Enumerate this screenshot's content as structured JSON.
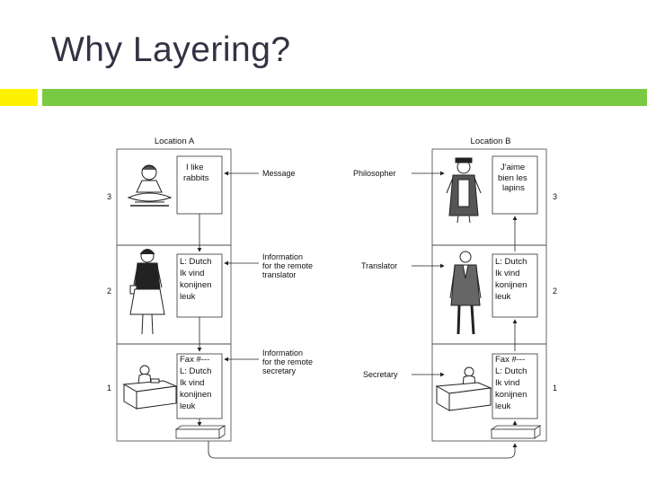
{
  "slide": {
    "title": "Why Layering?"
  },
  "diagram": {
    "location_a": "Location A",
    "location_b": "Location B",
    "layers": [
      {
        "number_left": "3",
        "number_right": "3",
        "note_a": [
          "I like",
          "rabbits"
        ],
        "note_b": [
          "J'aime",
          "bien les",
          "lapins"
        ],
        "center_label": [
          "Message"
        ],
        "role": "Philosopher"
      },
      {
        "number_left": "2",
        "number_right": "2",
        "note_a": [
          "L: Dutch",
          "Ik vind",
          "konijnen",
          "leuk"
        ],
        "note_b": [
          "L: Dutch",
          "Ik vind",
          "konijnen",
          "leuk"
        ],
        "center_label": [
          "Information",
          "for the remote",
          "translator"
        ],
        "role": "Translator"
      },
      {
        "number_left": "1",
        "number_right": "1",
        "note_a": [
          "Fax #---",
          "L: Dutch",
          "Ik vind",
          "konijnen",
          "leuk"
        ],
        "note_b": [
          "Fax #---",
          "L: Dutch",
          "Ik vind",
          "konijnen",
          "leuk"
        ],
        "center_label": [
          "Information",
          "for the remote",
          "secretary"
        ],
        "role": "Secretary"
      }
    ]
  }
}
